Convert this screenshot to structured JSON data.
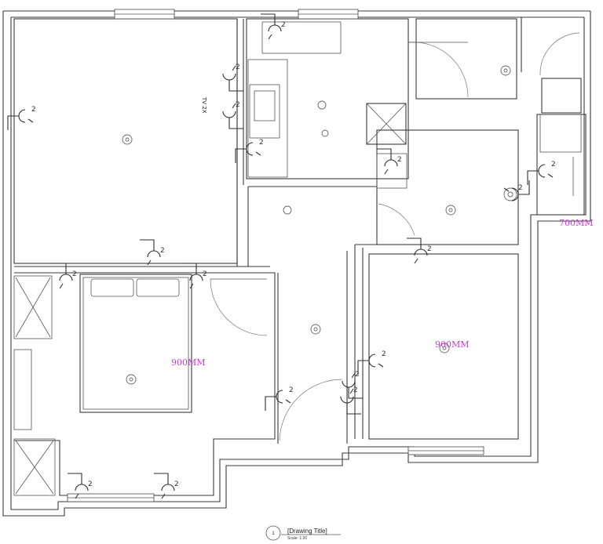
{
  "annotations": {
    "dim_700": "700MM",
    "dim_900_bedroom": "900MM",
    "dim_900_right": "900MM",
    "tv_label": "TV 2X"
  },
  "title_block": {
    "number": "1",
    "title": "[Drawing Title]",
    "scale": "Scale: 1:20"
  },
  "socket_label": "2",
  "colors": {
    "annotation": "#c43bc9",
    "wall": "#3a3a3a"
  }
}
